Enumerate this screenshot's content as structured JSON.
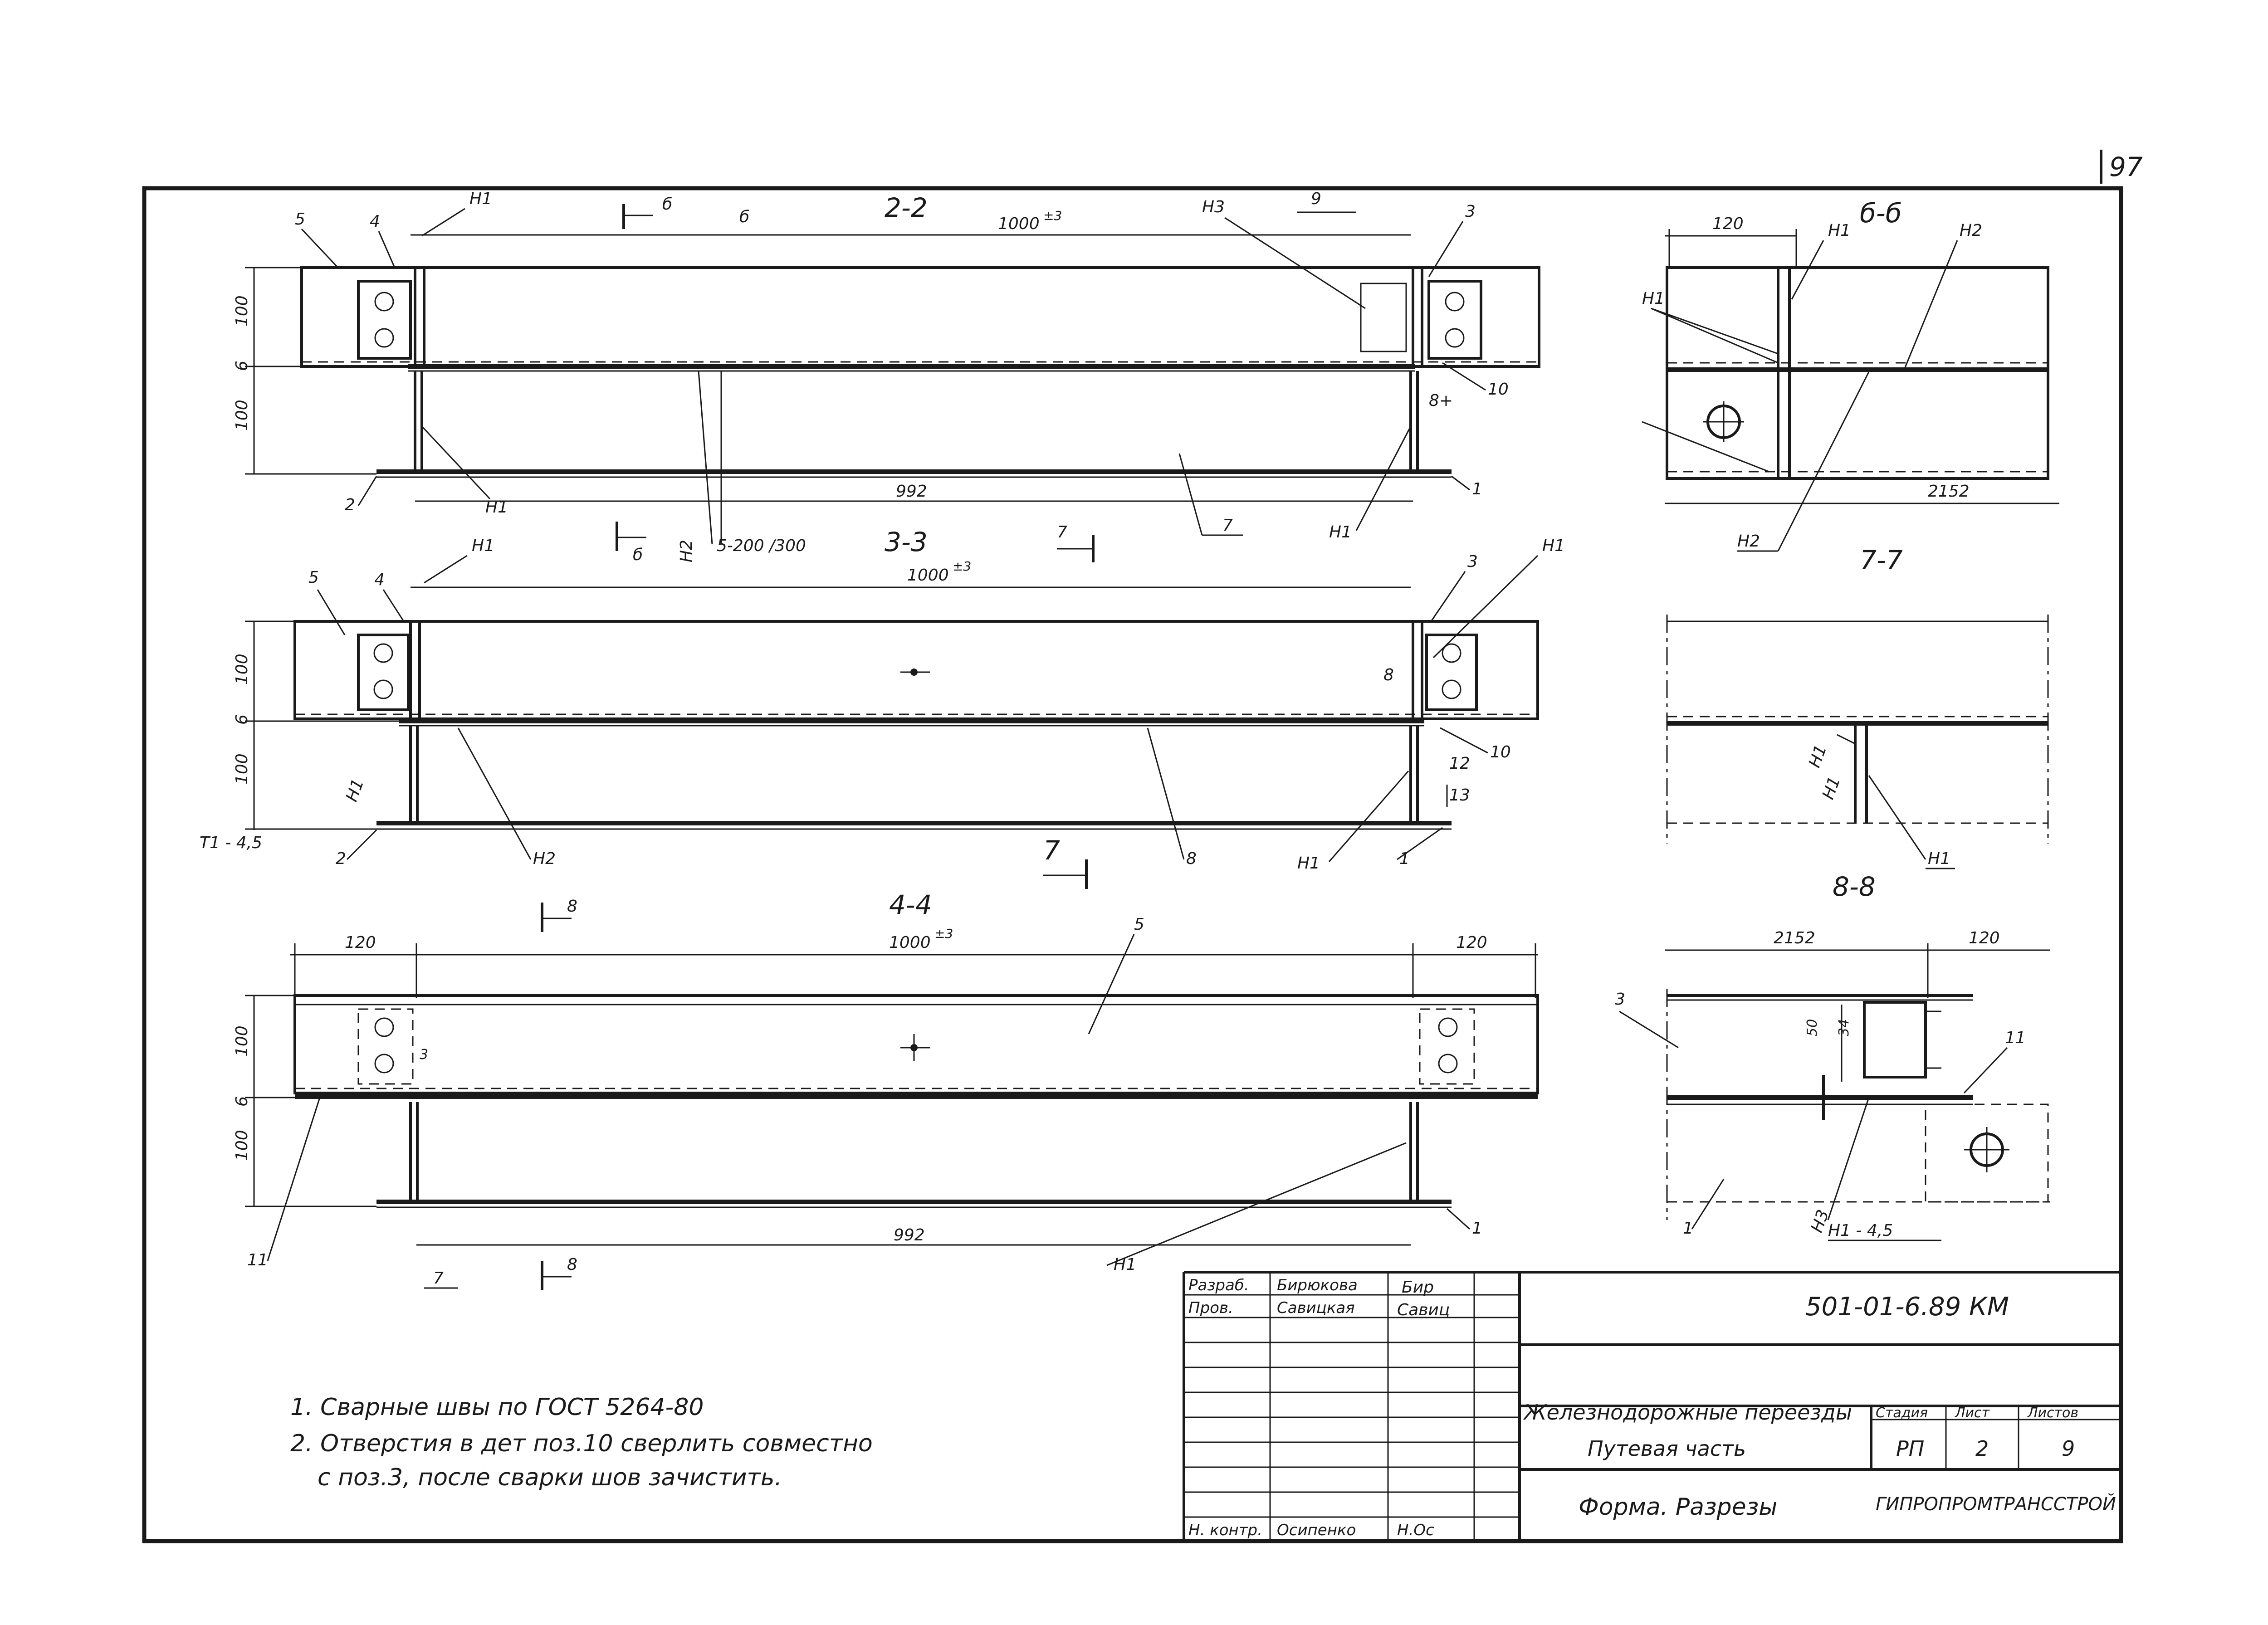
{
  "page_number": "97",
  "sections": {
    "s22": "2-2",
    "s33": "3-3",
    "s44": "4-4",
    "s66": "б-б",
    "s77": "7-7",
    "s88": "8-8"
  },
  "dims": {
    "d1000": "1000",
    "tol": "±3",
    "d992": "992",
    "d100": "100",
    "d6": "6",
    "d120": "120",
    "d2152": "2152",
    "d50": "50",
    "d34": "34",
    "d8": "8",
    "d84": "8+",
    "step": "5-200 /300",
    "t1": "T1 - 4,5",
    "n1a5": "H1 - 4,5"
  },
  "marks": {
    "p1": "1",
    "p2": "2",
    "p3": "3",
    "p4": "4",
    "p5": "5",
    "p6": "б",
    "p7": "7",
    "p8": "8",
    "p9": "9",
    "p10": "10",
    "p11": "11",
    "p12": "12",
    "p13": "13",
    "n1": "H1",
    "n2": "H2",
    "n3": "H3"
  },
  "notes": {
    "n1": "1. Сварные швы по ГОСТ 5264-80",
    "n2": "2. Отверстия в дет поз.10 сверлить совместно",
    "n3": "с поз.3, после сварки шов зачистить."
  },
  "title_block": {
    "code": "501-01-6.89   КМ",
    "r1_role": "Разраб.",
    "r1_name": "Бирюкова",
    "r1_sign": "Бир",
    "r2_role": "Пров.",
    "r2_name": "Савицкая",
    "r2_sign": "Савиц",
    "r3_role": "Н. контр.",
    "r3_name": "Осипенко",
    "r3_sign": "Н.Ос",
    "project1": "Железнодорожные переезды",
    "project2": "Путевая часть",
    "sheet_title": "Форма. Разрезы",
    "stage_h": "Стадия",
    "sheet_h": "Лист",
    "sheets_h": "Листов",
    "stage": "РП",
    "sheet": "2",
    "sheets": "9",
    "org": "ГИПРОПРОМТРАНССТРОЙ"
  }
}
